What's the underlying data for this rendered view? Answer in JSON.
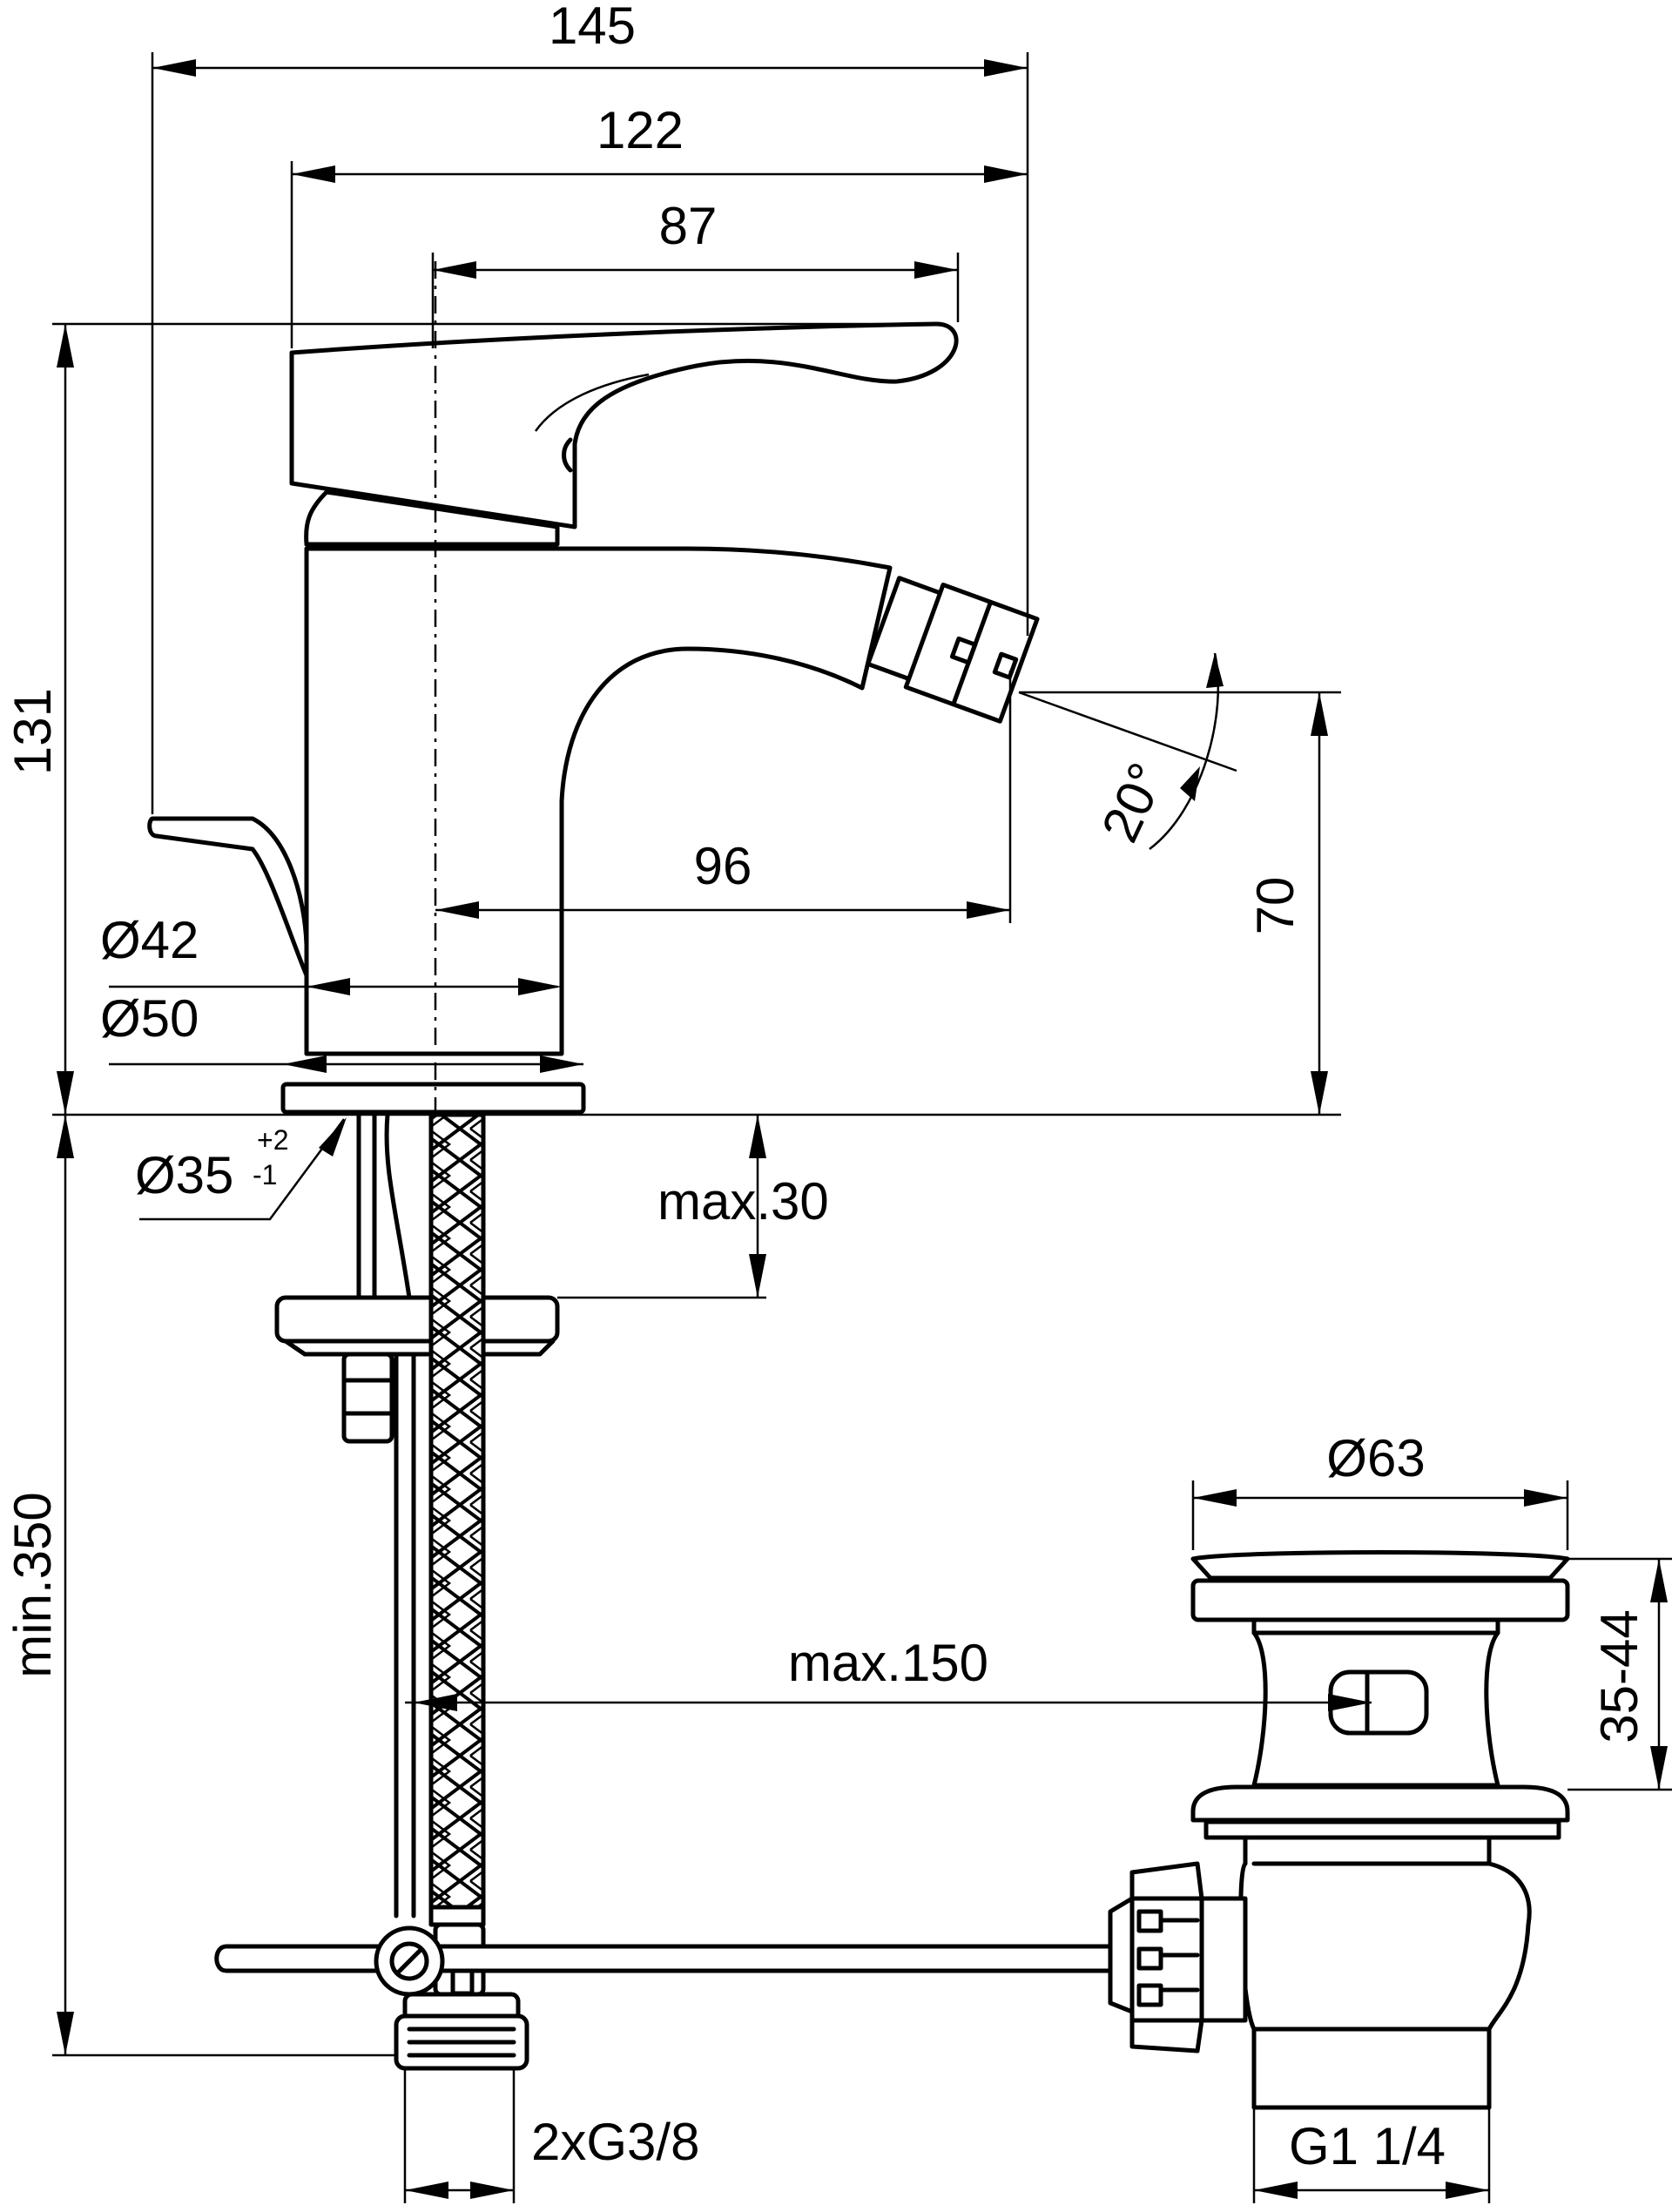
{
  "dimensions": {
    "width_145": "145",
    "width_122": "122",
    "width_87": "87",
    "height_131": "131",
    "spout_reach_96": "96",
    "spout_height_70": "70",
    "spray_angle": "20°",
    "body_dia_42": "Ø42",
    "base_dia_50": "Ø50",
    "hole_dia": "Ø35",
    "hole_tol_plus": "+2",
    "hole_tol_minus": "-1",
    "max_thickness": "max.30",
    "min_hose_length": "min.350",
    "waste_dia": "Ø63",
    "max_offset": "max.150",
    "waste_height": "35-44",
    "connections": "2xG3/8",
    "waste_thread": "G1 1/4"
  }
}
